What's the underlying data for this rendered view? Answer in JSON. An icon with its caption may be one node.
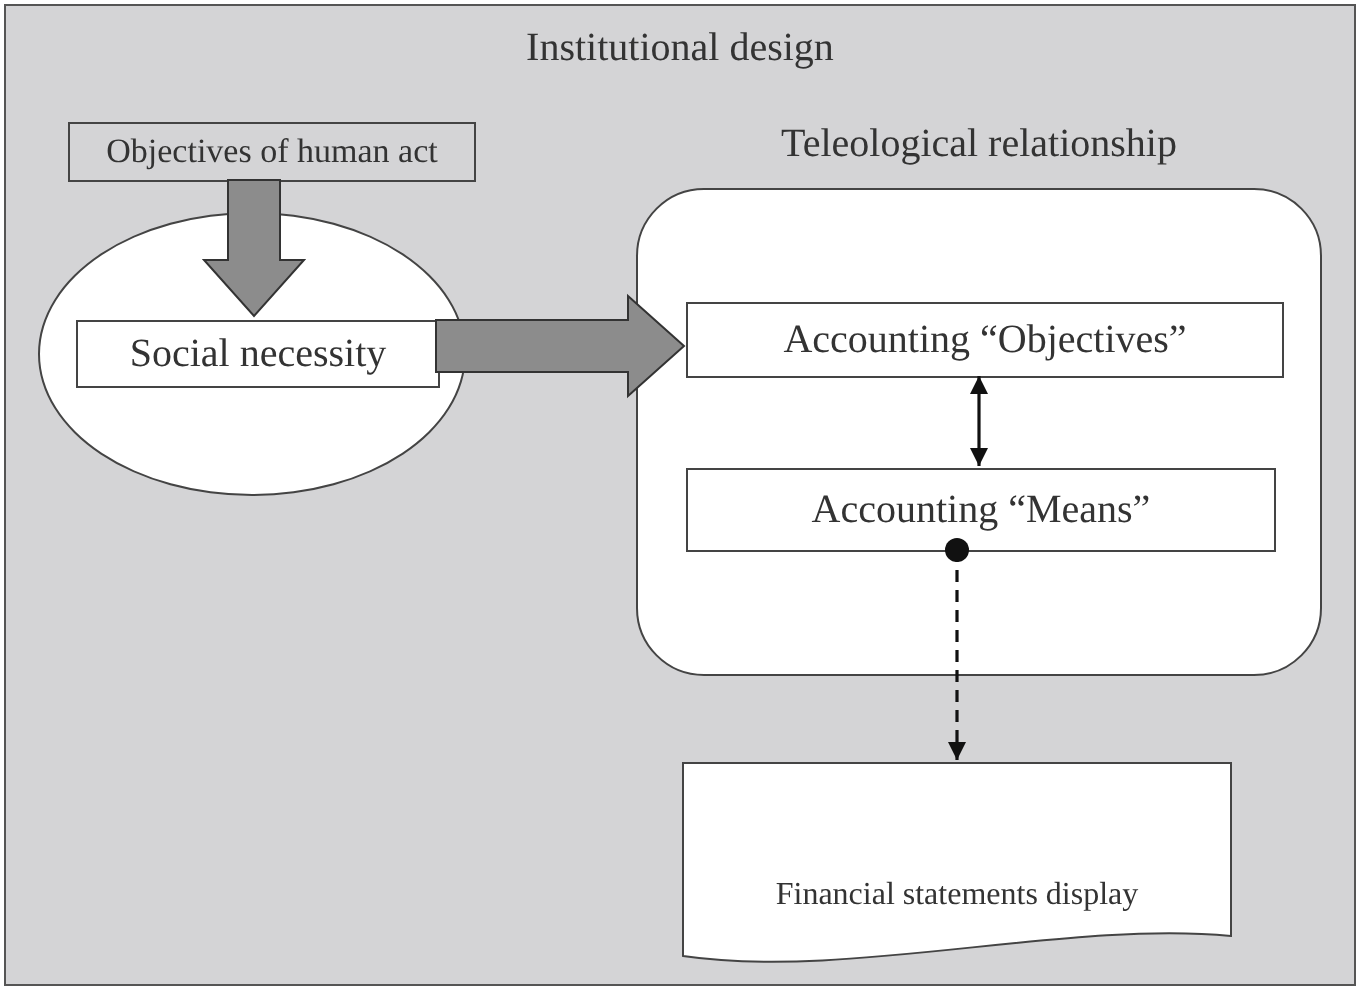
{
  "diagram": {
    "nodes": [
      {
        "text": [
          "Institutional design"
        ]
      },
      {
        "text": [
          "Objectives of human act"
        ],
        "in": 0
      },
      {
        "text": [],
        "shape": "ellipse",
        "in": 0
      },
      {
        "text": [
          "Social necessity"
        ],
        "in": 2
      },
      {
        "text": [
          "Teleological relationship"
        ],
        "in": 0
      },
      {
        "text": [
          "Accounting “Objectives”"
        ],
        "in": 4
      },
      {
        "text": [
          "Accounting “Means”"
        ],
        "in": 4
      },
      {
        "text": [
          "Financial statements display"
        ],
        "in": 0
      }
    ],
    "edges": [
      {
        "from": 1,
        "to": 3,
        "arrow": "to",
        "style": "thick",
        "color": "#8c8c8c"
      },
      {
        "from": 3,
        "to": 5,
        "arrow": "to",
        "style": "thick",
        "color": "#8c8c8c"
      },
      {
        "from": 5,
        "to": 6,
        "arrow": "both"
      },
      {
        "from": 6,
        "to": 7,
        "arrow": "to",
        "style": "dashed"
      }
    ]
  }
}
